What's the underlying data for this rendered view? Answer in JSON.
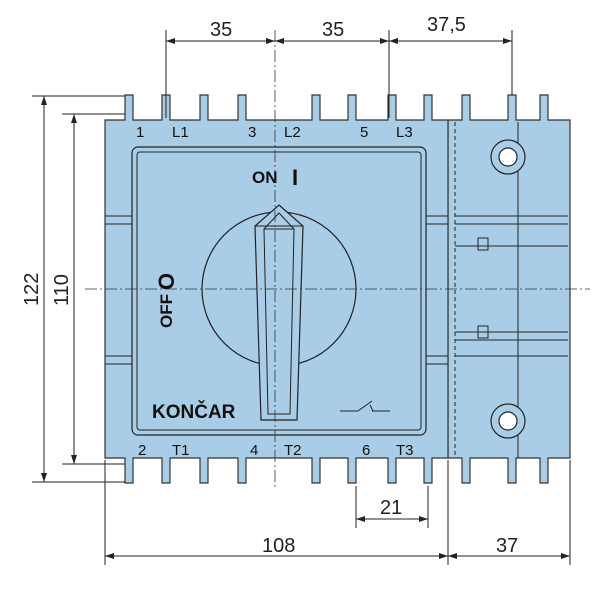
{
  "dimensions": {
    "top_1": "35",
    "top_2": "35",
    "top_3": "37,5",
    "left_outer": "122",
    "left_inner": "110",
    "bottom_pitch": "21",
    "bottom_width": "108",
    "bottom_side": "37"
  },
  "terminals_top": [
    "1",
    "L1",
    "3",
    "L2",
    "5",
    "L3"
  ],
  "terminals_bottom": [
    "2",
    "T1",
    "4",
    "T2",
    "6",
    "T3"
  ],
  "switch": {
    "on_label": "ON",
    "on_symbol": "I",
    "off_label": "OFF",
    "off_symbol": "O"
  },
  "brand": "KONČAR",
  "colors": {
    "body": "#a9cde6",
    "outline": "#222222"
  },
  "icons": [
    "switch-symbol-icon",
    "mounting-hole-icon"
  ]
}
